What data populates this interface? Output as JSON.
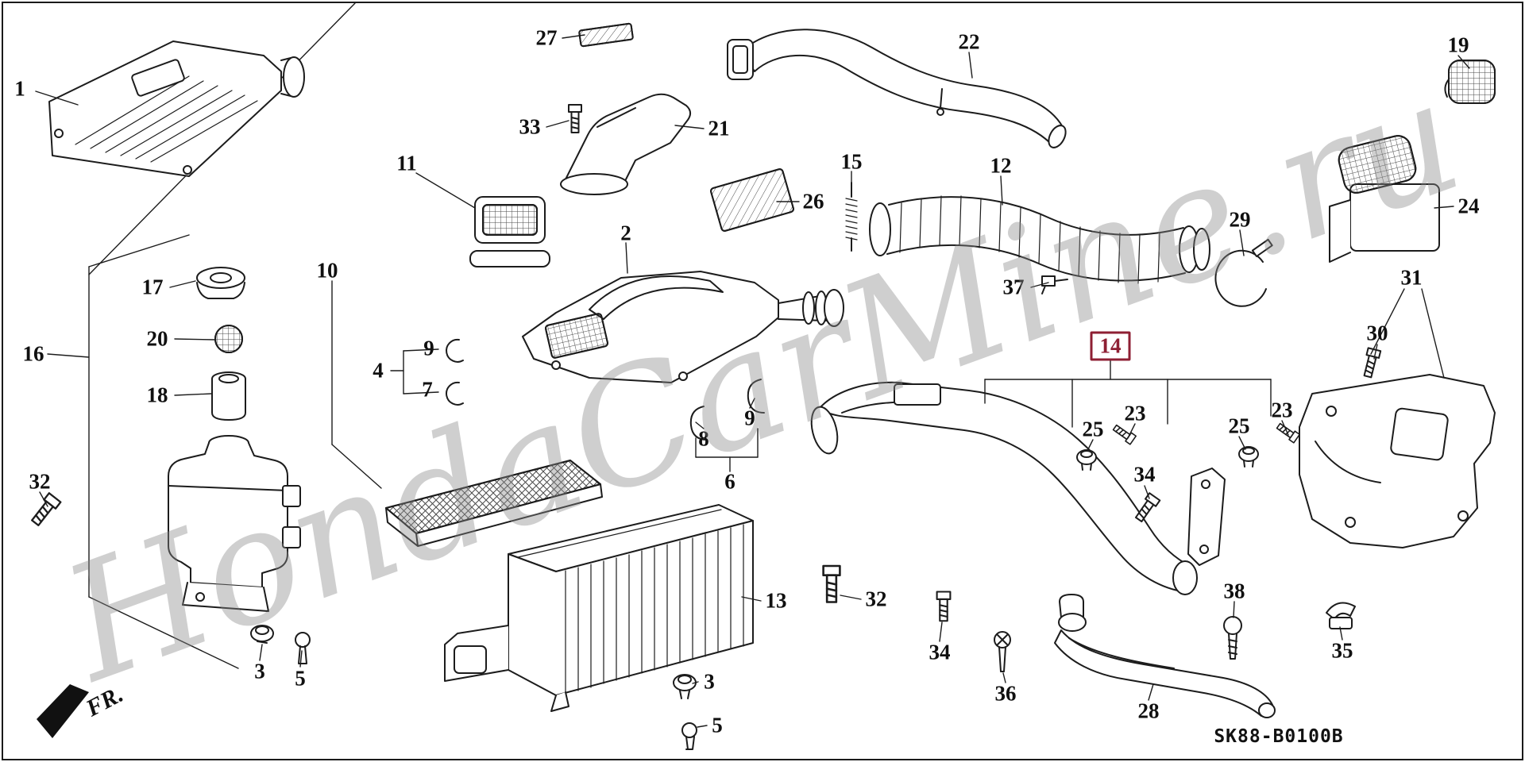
{
  "diagram": {
    "code": "SK88-B0100B",
    "fr_label": "FR.",
    "watermark": "HondaCarMine.ru",
    "highlight_color": "#8e1f33"
  },
  "callouts": [
    {
      "text": "1"
    },
    {
      "text": "27"
    },
    {
      "text": "33"
    },
    {
      "text": "21"
    },
    {
      "text": "22"
    },
    {
      "text": "19"
    },
    {
      "text": "11"
    },
    {
      "text": "15"
    },
    {
      "text": "12"
    },
    {
      "text": "26"
    },
    {
      "text": "24"
    },
    {
      "text": "29"
    },
    {
      "text": "2"
    },
    {
      "text": "17"
    },
    {
      "text": "37"
    },
    {
      "text": "10"
    },
    {
      "text": "20"
    },
    {
      "text": "16"
    },
    {
      "text": "31"
    },
    {
      "text": "30"
    },
    {
      "text": "14",
      "highlighted": true
    },
    {
      "text": "18"
    },
    {
      "text": "4"
    },
    {
      "text": "9"
    },
    {
      "text": "7"
    },
    {
      "text": "8"
    },
    {
      "text": "9"
    },
    {
      "text": "23"
    },
    {
      "text": "25"
    },
    {
      "text": "23"
    },
    {
      "text": "25"
    },
    {
      "text": "6"
    },
    {
      "text": "34"
    },
    {
      "text": "32"
    },
    {
      "text": "13"
    },
    {
      "text": "32"
    },
    {
      "text": "34"
    },
    {
      "text": "38"
    },
    {
      "text": "35"
    },
    {
      "text": "3"
    },
    {
      "text": "5"
    },
    {
      "text": "36"
    },
    {
      "text": "3"
    },
    {
      "text": "5"
    },
    {
      "text": "28"
    }
  ]
}
